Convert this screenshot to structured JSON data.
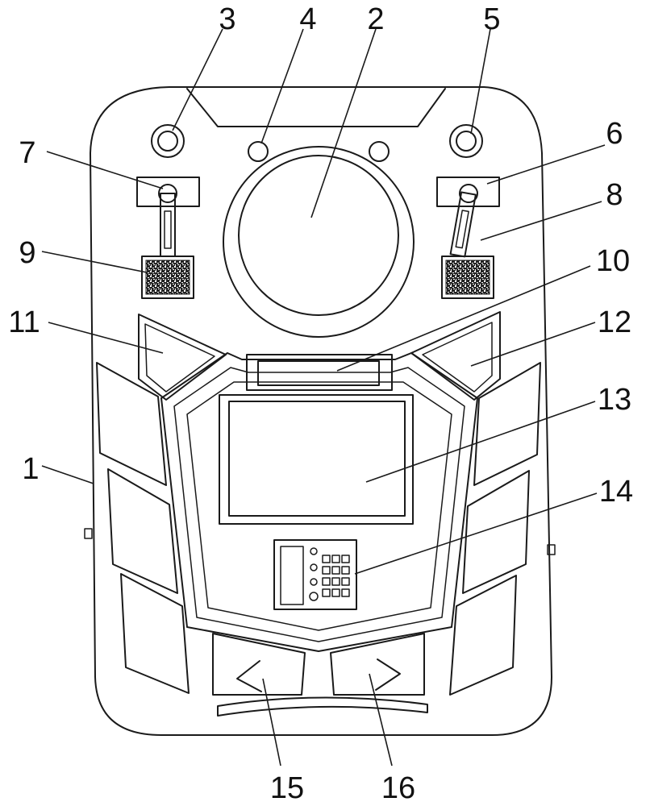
{
  "labels": {
    "l1": "1",
    "l2": "2",
    "l3": "3",
    "l4": "4",
    "l5": "5",
    "l6": "6",
    "l7": "7",
    "l8": "8",
    "l9": "9",
    "l10": "10",
    "l11": "11",
    "l12": "12",
    "l13": "13",
    "l14": "14",
    "l15": "15",
    "l16": "16"
  },
  "colors": {
    "line": "#1a1a1a",
    "background": "#ffffff"
  }
}
